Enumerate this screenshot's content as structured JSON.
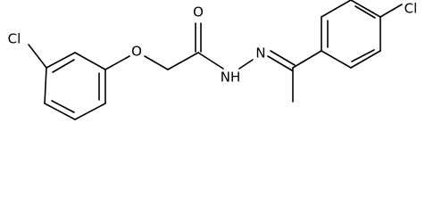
{
  "molecule": {
    "atoms": {
      "cl_left": "Cl",
      "ether_o": "O",
      "carbonyl_o": "O",
      "amide_nh": "NH",
      "imine_n": "N",
      "cl_right": "Cl"
    }
  },
  "colors": {
    "bond": "#000000",
    "label": "#000000",
    "background": "#ffffff"
  }
}
